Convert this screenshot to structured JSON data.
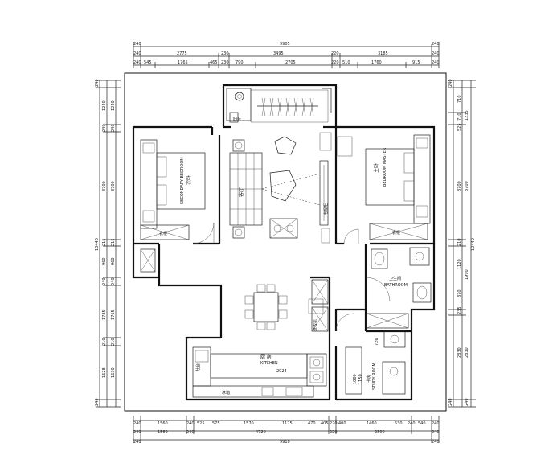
{
  "dimensions": {
    "top_row1": [
      "240",
      "9905",
      "240"
    ],
    "top_row2": [
      "240",
      "2775",
      "230",
      "3495",
      "220",
      "3185",
      "240"
    ],
    "top_row3": [
      "240",
      "545",
      "1765",
      "465",
      "230",
      "790",
      "2705",
      "220",
      "510",
      "1760",
      "915",
      "240"
    ],
    "bottom_row1": [
      "240",
      "1560",
      "240",
      "525",
      "575",
      "1570",
      "1175",
      "470",
      "405",
      "220",
      "400",
      "1460",
      "530",
      "240",
      "540",
      "240"
    ],
    "bottom_row2": [
      "240",
      "1560",
      "240",
      "4720",
      "220",
      "2390",
      "240"
    ],
    "bottom_row3": [
      "240",
      "9910",
      "240"
    ],
    "left_outer": [
      "240",
      "10440",
      "240"
    ],
    "left_inner": [
      "1240",
      "240",
      "3700",
      "215",
      "960",
      "240",
      "1785",
      "210",
      "1628"
    ],
    "left_mid": [
      "1240",
      "240",
      "3700",
      "215",
      "960",
      "240",
      "1765",
      "210",
      "1630"
    ],
    "right_outer": [
      "240",
      "10440",
      "240"
    ],
    "right_inner": [
      "710",
      "1235",
      "3700",
      "210",
      "1990",
      "2830",
      "240"
    ],
    "right_mid": [
      "710",
      "525",
      "3700",
      "1120",
      "870",
      "235",
      "2830"
    ]
  },
  "rooms": {
    "secondary_bedroom": {
      "title": "次卧",
      "subtitle": "SECONDARY BEDROOM"
    },
    "master_bedroom": {
      "title": "主卧",
      "subtitle": "BEDROOM MASTER"
    },
    "living_room": {
      "title": "客厅"
    },
    "bathroom": {
      "title": "卫生间",
      "subtitle": "BATHROOM"
    },
    "study": {
      "title": "书房",
      "subtitle": "STUDY ROOM"
    },
    "kitchen": {
      "title": "厨 房",
      "subtitle": "KITCHEN",
      "code": "2024"
    },
    "balcony": {
      "title": "阳台"
    }
  },
  "furniture": {
    "wardrobe_left": "衣柜",
    "wardrobe_right": "衣柜",
    "tv_cabinet": "电视柜",
    "fridge": "冰箱",
    "washer": "洗衣机",
    "stove": "灶台"
  },
  "study_dims": [
    "1000",
    "1150"
  ],
  "study_side": "726",
  "colors": {
    "line": "#111111",
    "background": "#ffffff"
  }
}
